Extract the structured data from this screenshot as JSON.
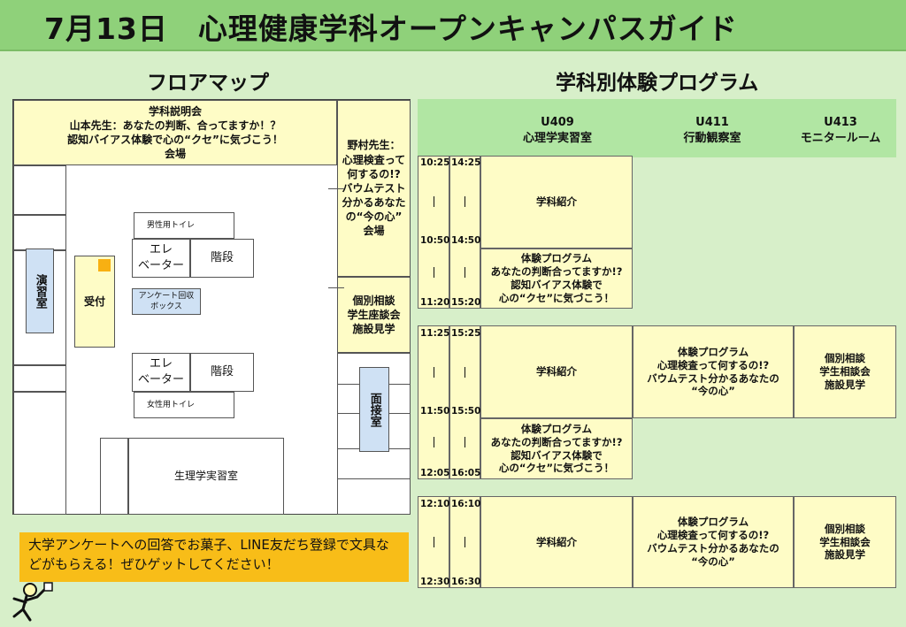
{
  "header": {
    "title": "7月13日　心理健康学科オープンキャンパスガイド"
  },
  "floor_map": {
    "heading": "フロアマップ",
    "rooms": {
      "briefing": "学科説明会\n山本先生：あなたの判断、合ってますか！？\n認知バイアス体験で心の“クセ”に気づこう！\n会場",
      "nomura": "野村先生：\n心理検査って\n何するの!?\nバウムテスト\n分かるあなた\nの“今の心”\n会場",
      "consult": "個別相談\n学生座談会\n施設見学",
      "mens_toilet": "男性用トイレ",
      "womens_toilet": "女性用トイレ",
      "elevator_top": "エレ\nベーター",
      "stairs_top": "階段",
      "elevator_bottom": "エレ\nベーター",
      "stairs_bottom": "階段",
      "survey_box": "アンケート回収\nボックス",
      "seminar": "演習室",
      "reception": "受付",
      "interview": "面接室",
      "physio_lab": "生理学実習室"
    }
  },
  "program": {
    "heading": "学科別体験プログラム",
    "columns": [
      {
        "code": "U409",
        "name": "心理学実習室"
      },
      {
        "code": "U411",
        "name": "行動観察室"
      },
      {
        "code": "U413",
        "name": "モニタールーム"
      }
    ],
    "separator": "|",
    "blocks": [
      {
        "times_a": [
          "10:25",
          "10:50",
          "11:20"
        ],
        "times_b": [
          "14:25",
          "14:50",
          "15:20"
        ],
        "u409": [
          "学科紹介",
          "体験プログラム\nあなたの判断合ってますか!?\n認知バイアス体験で\n心の“クセ”に気づこう！"
        ],
        "u411": "",
        "u413": ""
      },
      {
        "times_a": [
          "11:25",
          "11:50",
          "12:05"
        ],
        "times_b": [
          "15:25",
          "15:50",
          "16:05"
        ],
        "u409": [
          "学科紹介",
          "体験プログラム\nあなたの判断合ってますか!?\n認知バイアス体験で\n心の“クセ”に気づこう！"
        ],
        "u411": "体験プログラム\n心理検査って何するの!?\nバウムテスト分かるあなたの\n“今の心”",
        "u413": "個別相談\n学生相談会\n施設見学"
      },
      {
        "times_a": [
          "12:10",
          "12:30"
        ],
        "times_b": [
          "16:10",
          "16:30"
        ],
        "u409": [
          "学科紹介"
        ],
        "u411": "体験プログラム\n心理検査って何するの!?\nバウムテスト分かるあなたの\n“今の心”",
        "u413": "個別相談\n学生相談会\n施設見学"
      }
    ]
  },
  "notice": {
    "text": "大学アンケートへの回答でお菓子、LINE友だち登録で文具などがもらえる！ぜひゲットしてください！"
  },
  "colors": {
    "title_bar": "#8fd17a",
    "background": "#d7efc9",
    "cell_yellow": "#fefcc6",
    "header_green": "#b1e6a3",
    "notice_orange": "#f8bd18",
    "room_blue": "#cfe1f4"
  }
}
